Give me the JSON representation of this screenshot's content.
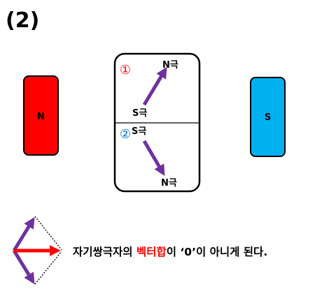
{
  "problem_number": "(2)",
  "magnets": {
    "left": {
      "label": "N",
      "color": "#ff0000"
    },
    "right": {
      "label": "S",
      "color": "#00b0f0"
    }
  },
  "box": {
    "dipole1": {
      "marker": "①",
      "marker_color": "#ff0000",
      "tail_label": "S극",
      "head_label": "N극"
    },
    "dipole2": {
      "marker": "②",
      "marker_color": "#0070c0",
      "tail_label": "S극",
      "head_label": "N극"
    }
  },
  "arrow_color": "#7030a0",
  "sum_arrow_color": "#ff0000",
  "caption": {
    "before": "자기쌍극자의 ",
    "highlight": "벡터합",
    "after": "이 ‘0’이 아니게 된다.",
    "highlight_color": "#ff0000"
  }
}
